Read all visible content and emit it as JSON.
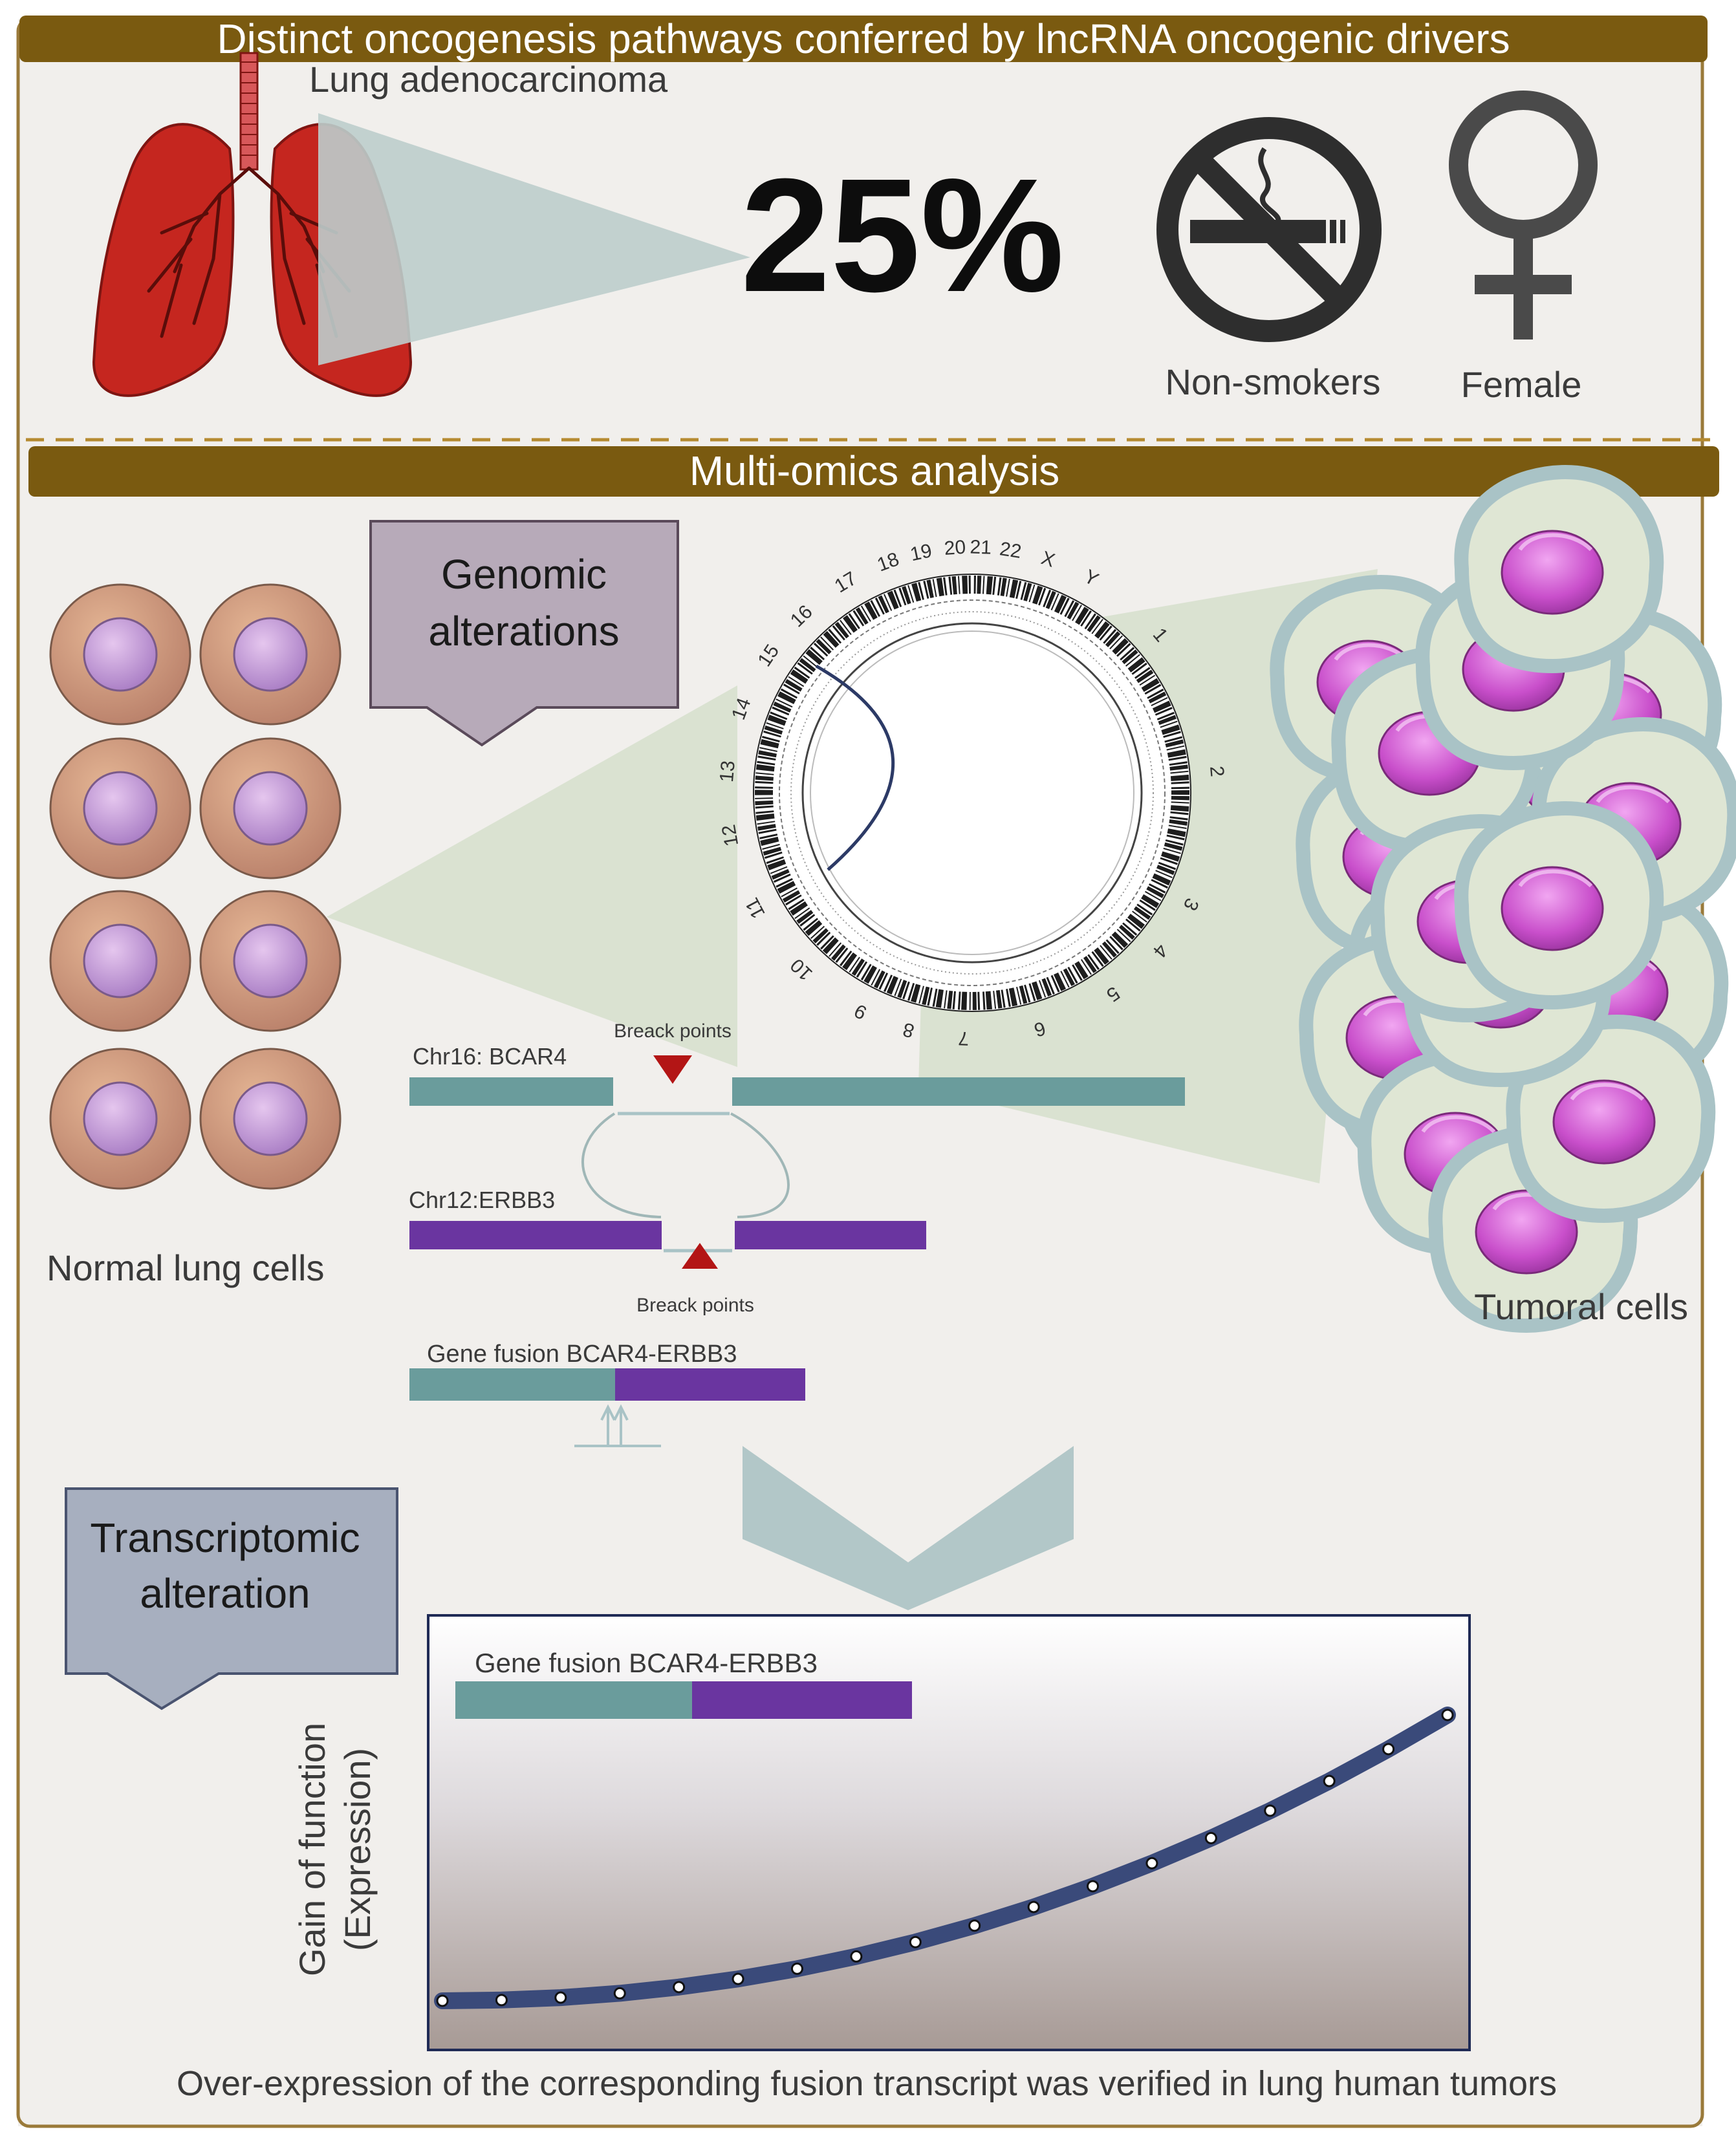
{
  "header": {
    "title": "Distinct oncogenesis pathways conferred by lncRNA oncogenic drivers",
    "organ_label": "Lung adenocarcinoma",
    "percentage": "25%",
    "nonsmokers_label": "Non-smokers",
    "female_label": "Female"
  },
  "section2": {
    "title": "Multi-omics analysis",
    "genomic_callout": [
      "Genomic",
      "alterations"
    ],
    "normal_label": "Normal lung cells",
    "tumoral_label": "Tumoral cells",
    "chromosomes": [
      "1",
      "2",
      "3",
      "4",
      "5",
      "6",
      "7",
      "8",
      "9",
      "10",
      "11",
      "12",
      "13",
      "14",
      "15",
      "16",
      "17",
      "18",
      "19",
      "20",
      "21",
      "22",
      "X",
      "Y"
    ],
    "fusion": {
      "chr16_label": "Chr16: BCAR4",
      "chr12_label": "Chr12:ERBB3",
      "breakpoints_top": "Breack points",
      "breakpoints_bottom": "Breack points",
      "fusion_label": "Gene fusion BCAR4-ERBB3"
    },
    "transcriptomic_callout": [
      "Transcriptomic",
      "alteration"
    ],
    "plot": {
      "fusion_label": "Gene fusion BCAR4-ERBB3",
      "ylabel_line1": "Gain of function",
      "ylabel_line2": "(Expression)"
    },
    "footer": "Over-expression of the corresponding fusion transcript was verified in lung human tumors"
  },
  "colors": {
    "banner": "#7a5a10",
    "frame": "#9a7a3a",
    "teal": "#6a9c9c",
    "purple": "#6a35a0",
    "lung_red": "#c5261f",
    "breakpoint_red": "#b31515",
    "icon_gray": "#2e2e2e",
    "callout_fill": "#b7aab9",
    "callout_fill2": "#a7afbf",
    "cell_body": "#c9957a",
    "cell_nucleus": "#c79ad8",
    "tumor_body": "#dfe6d4",
    "tumor_border": "#a9c3c6",
    "tumor_nucleus": "#c04fc4"
  }
}
